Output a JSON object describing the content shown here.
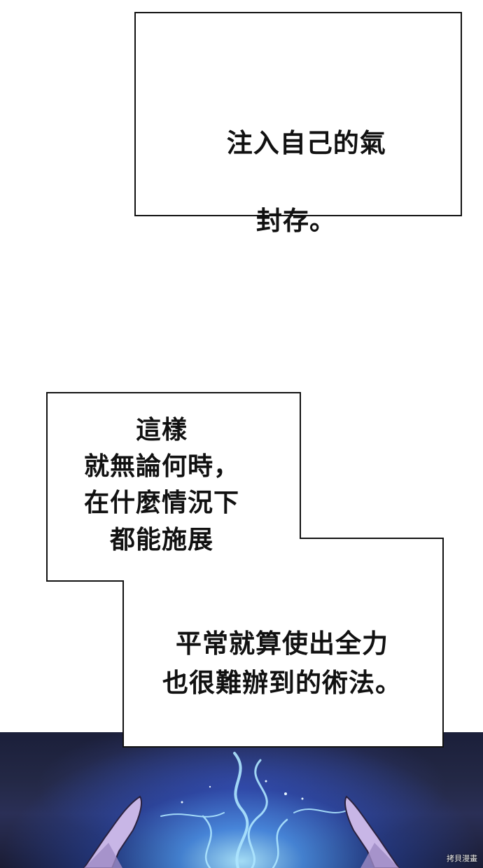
{
  "panel_top": {
    "caption_lines": [
      "注入自己的氣",
      "封存。"
    ]
  },
  "panel_middle": {
    "caption_block_a": [
      "這樣",
      "就無論何時，",
      "在什麼情況下",
      "都能施展"
    ],
    "caption_block_b": [
      "平常就算使出全力",
      "也很難辦到的術法。"
    ]
  },
  "watermark": "拷貝漫畫",
  "colors": {
    "background": "#ffffff",
    "border": "#111111",
    "glow": "#8fd6ff",
    "scene_dark": "#1b1f3a"
  }
}
